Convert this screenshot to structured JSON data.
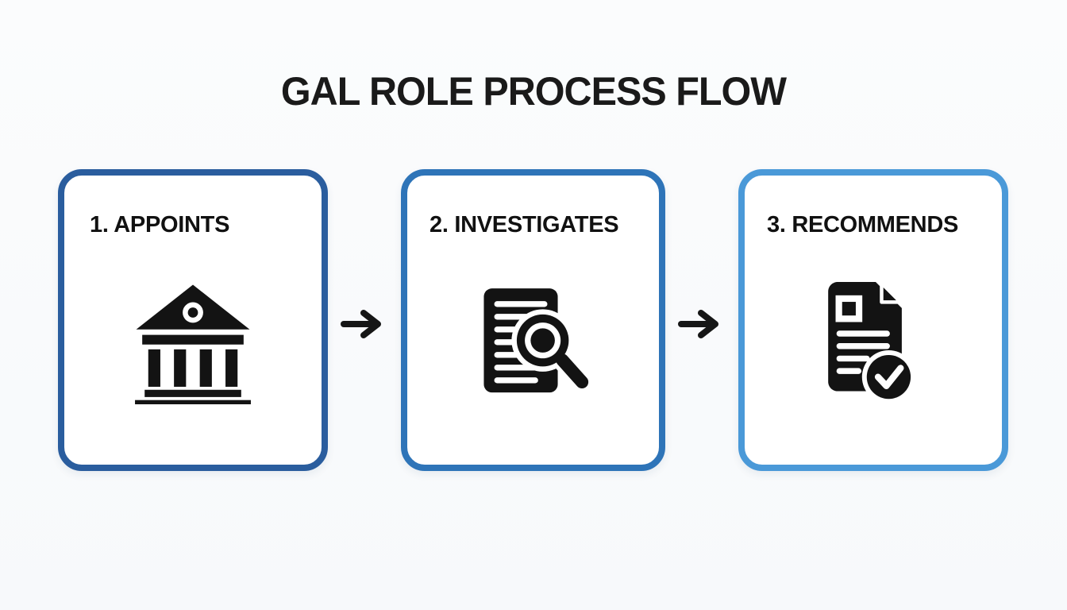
{
  "page": {
    "title": "GAL ROLE PROCESS FLOW",
    "background_color": "#fafbfc",
    "title_color": "#1a1a1a",
    "icon_color": "#131313"
  },
  "steps": [
    {
      "label": "1. APPOINTS",
      "icon": "courthouse-icon",
      "border_color": "#2a5d9e"
    },
    {
      "label": "2. INVESTIGATES",
      "icon": "document-magnifier-icon",
      "border_color": "#2e74b8"
    },
    {
      "label": "3. RECOMMENDS",
      "icon": "document-checkmark-icon",
      "border_color": "#4a99d8"
    }
  ],
  "arrows": [
    {
      "icon": "right-arrow-icon",
      "color": "#161616"
    },
    {
      "icon": "right-arrow-icon",
      "color": "#161616"
    }
  ]
}
